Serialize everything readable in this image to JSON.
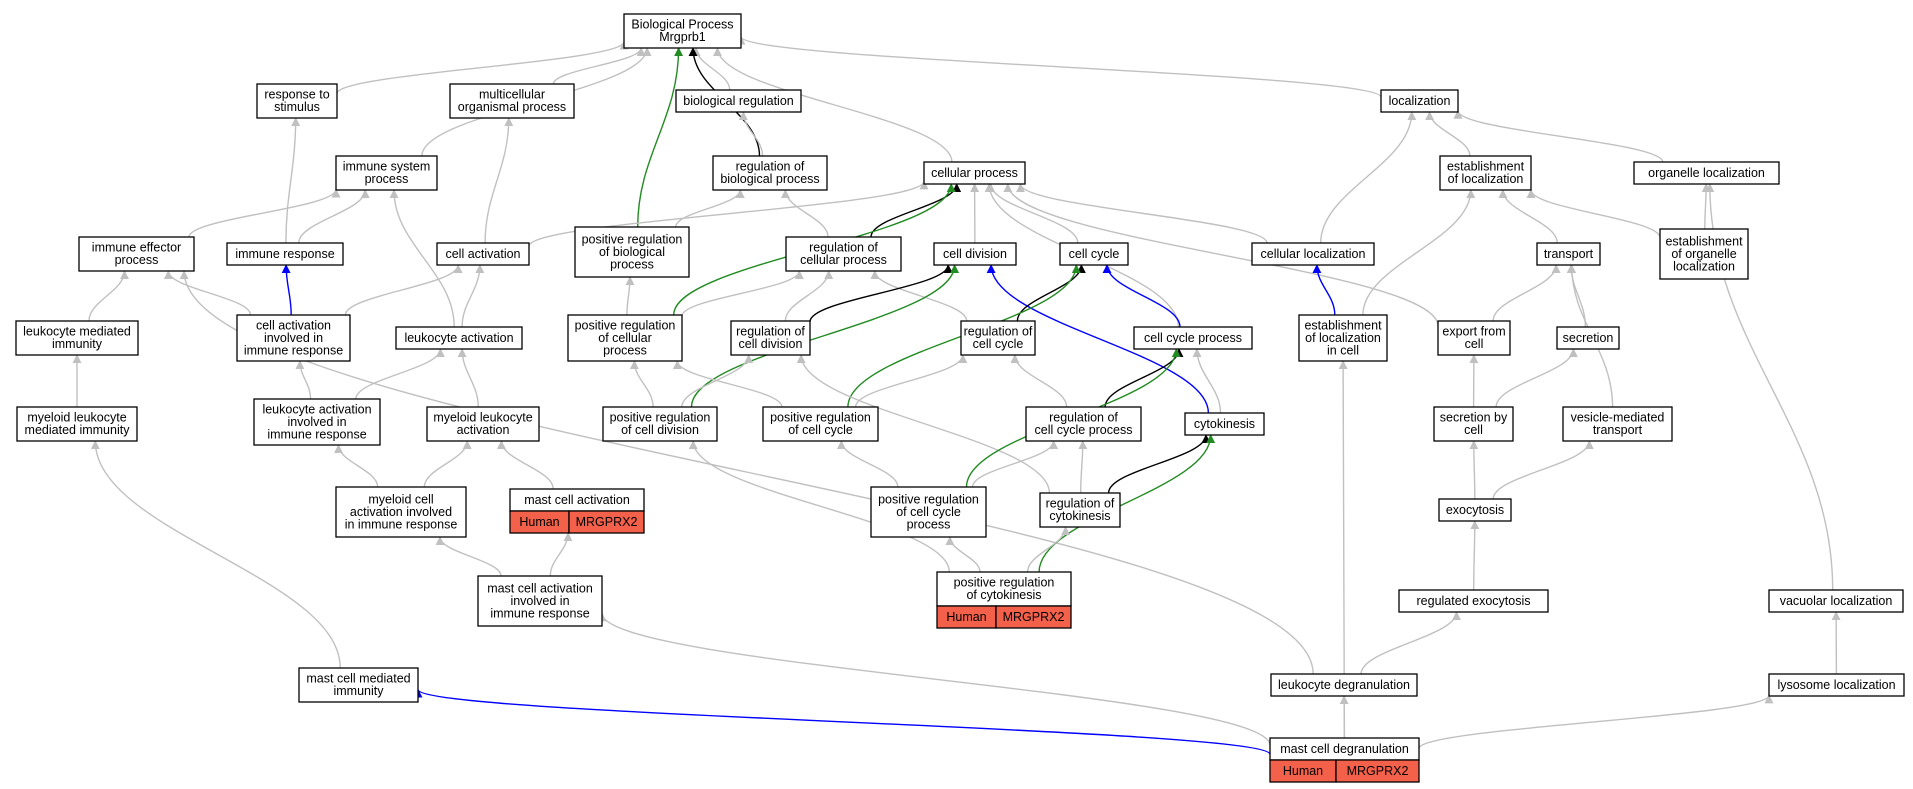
{
  "colors": {
    "gray": "#c0c0c0",
    "black": "#000000",
    "green": "#228b22",
    "blue": "#0000ff",
    "highlight": "#f4614b"
  },
  "nodes": [
    {
      "id": "bp",
      "lines": [
        "Biological Process",
        "Mrgprb1"
      ]
    },
    {
      "id": "resp_stim",
      "lines": [
        "response to",
        "stimulus"
      ]
    },
    {
      "id": "multicell",
      "lines": [
        "multicellular",
        "organismal process"
      ]
    },
    {
      "id": "bioreg",
      "lines": [
        "biological regulation"
      ]
    },
    {
      "id": "localization",
      "lines": [
        "localization"
      ]
    },
    {
      "id": "immsys",
      "lines": [
        "immune system",
        "process"
      ]
    },
    {
      "id": "regbio",
      "lines": [
        "regulation of",
        "biological process"
      ]
    },
    {
      "id": "cellproc",
      "lines": [
        "cellular process"
      ]
    },
    {
      "id": "estloc",
      "lines": [
        "establishment",
        "of localization"
      ]
    },
    {
      "id": "orgloc",
      "lines": [
        "organelle localization"
      ]
    },
    {
      "id": "immeff",
      "lines": [
        "immune effector",
        "process"
      ]
    },
    {
      "id": "immresp",
      "lines": [
        "immune response"
      ]
    },
    {
      "id": "cellact",
      "lines": [
        "cell activation"
      ]
    },
    {
      "id": "posregbio",
      "lines": [
        "positive regulation",
        "of biological",
        "process"
      ]
    },
    {
      "id": "regcell",
      "lines": [
        "regulation of",
        "cellular process"
      ]
    },
    {
      "id": "celldiv",
      "lines": [
        "cell division"
      ]
    },
    {
      "id": "cellcycle",
      "lines": [
        "cell cycle"
      ]
    },
    {
      "id": "cellloc",
      "lines": [
        "cellular localization"
      ]
    },
    {
      "id": "transport",
      "lines": [
        "transport"
      ]
    },
    {
      "id": "estorg",
      "lines": [
        "establishment",
        "of organelle",
        "localization"
      ]
    },
    {
      "id": "leukimm",
      "lines": [
        "leukocyte mediated",
        "immunity"
      ]
    },
    {
      "id": "cellactimm",
      "lines": [
        "cell activation",
        "involved in",
        "immune response"
      ]
    },
    {
      "id": "leukact",
      "lines": [
        "leukocyte activation"
      ]
    },
    {
      "id": "posregcellular",
      "lines": [
        "positive regulation",
        "of cellular",
        "process"
      ]
    },
    {
      "id": "regcelldiv",
      "lines": [
        "regulation of",
        "cell division"
      ]
    },
    {
      "id": "regcc",
      "lines": [
        "regulation of",
        "cell cycle"
      ]
    },
    {
      "id": "ccproc",
      "lines": [
        "cell cycle process"
      ]
    },
    {
      "id": "estlocincell",
      "lines": [
        "establishment",
        "of localization",
        "in cell"
      ]
    },
    {
      "id": "export",
      "lines": [
        "export from",
        "cell"
      ]
    },
    {
      "id": "secretion",
      "lines": [
        "secretion"
      ]
    },
    {
      "id": "myelimm",
      "lines": [
        "myeloid leukocyte",
        "mediated immunity"
      ]
    },
    {
      "id": "leukactimm",
      "lines": [
        "leukocyte activation",
        "involved in",
        "immune response"
      ]
    },
    {
      "id": "myelact",
      "lines": [
        "myeloid leukocyte",
        "activation"
      ]
    },
    {
      "id": "posregcelldiv",
      "lines": [
        "positive regulation",
        "of cell division"
      ]
    },
    {
      "id": "posregcc",
      "lines": [
        "positive regulation",
        "of cell cycle"
      ]
    },
    {
      "id": "regccproc",
      "lines": [
        "regulation of",
        "cell cycle process"
      ]
    },
    {
      "id": "cytokinesis",
      "lines": [
        "cytokinesis"
      ]
    },
    {
      "id": "secbycell",
      "lines": [
        "secretion by",
        "cell"
      ]
    },
    {
      "id": "vesmed",
      "lines": [
        "vesicle-mediated",
        "transport"
      ]
    },
    {
      "id": "myelcellact",
      "lines": [
        "myeloid cell",
        "activation involved",
        "in immune response"
      ]
    },
    {
      "id": "mastact",
      "lines": [
        "mast cell activation"
      ],
      "annotation": [
        "Human",
        "MRGPRX2"
      ]
    },
    {
      "id": "posregccproc",
      "lines": [
        "positive regulation",
        "of cell cycle",
        "process"
      ]
    },
    {
      "id": "regcyto",
      "lines": [
        "regulation of",
        "cytokinesis"
      ]
    },
    {
      "id": "exocytosis",
      "lines": [
        "exocytosis"
      ]
    },
    {
      "id": "mastactimm",
      "lines": [
        "mast cell activation",
        "involved in",
        "immune response"
      ]
    },
    {
      "id": "posregcyto",
      "lines": [
        "positive regulation",
        "of cytokinesis"
      ],
      "annotation": [
        "Human",
        "MRGPRX2"
      ]
    },
    {
      "id": "regexo",
      "lines": [
        "regulated exocytosis"
      ]
    },
    {
      "id": "vacloc",
      "lines": [
        "vacuolar localization"
      ]
    },
    {
      "id": "mastimm",
      "lines": [
        "mast cell mediated",
        "immunity"
      ]
    },
    {
      "id": "leukdegr",
      "lines": [
        "leukocyte degranulation"
      ]
    },
    {
      "id": "lysoloc",
      "lines": [
        "lysosome localization"
      ]
    },
    {
      "id": "mastdegr",
      "lines": [
        "mast cell degranulation"
      ],
      "annotation": [
        "Human",
        "MRGPRX2"
      ]
    }
  ],
  "edges": [
    {
      "from": "resp_stim",
      "to": "bp",
      "color": "gray"
    },
    {
      "from": "multicell",
      "to": "bp",
      "color": "gray"
    },
    {
      "from": "bioreg",
      "to": "bp",
      "color": "gray"
    },
    {
      "from": "localization",
      "to": "bp",
      "color": "gray"
    },
    {
      "from": "immsys",
      "to": "bp",
      "color": "gray"
    },
    {
      "from": "cellproc",
      "to": "bp",
      "color": "gray"
    },
    {
      "from": "regbio",
      "to": "bp",
      "color": "black"
    },
    {
      "from": "posregbio",
      "to": "bp",
      "color": "green"
    },
    {
      "from": "regbio",
      "to": "bioreg",
      "color": "gray"
    },
    {
      "from": "estloc",
      "to": "localization",
      "color": "gray"
    },
    {
      "from": "orgloc",
      "to": "localization",
      "color": "gray"
    },
    {
      "from": "cellloc",
      "to": "localization",
      "color": "gray"
    },
    {
      "from": "immeff",
      "to": "immsys",
      "color": "gray"
    },
    {
      "from": "immresp",
      "to": "immsys",
      "color": "gray"
    },
    {
      "from": "leukact",
      "to": "immsys",
      "color": "gray"
    },
    {
      "from": "immresp",
      "to": "resp_stim",
      "color": "gray"
    },
    {
      "from": "cellact",
      "to": "multicell",
      "color": "gray"
    },
    {
      "from": "posregbio",
      "to": "regbio",
      "color": "gray"
    },
    {
      "from": "regcell",
      "to": "regbio",
      "color": "gray"
    },
    {
      "from": "celldiv",
      "to": "cellproc",
      "color": "gray"
    },
    {
      "from": "cellcycle",
      "to": "cellproc",
      "color": "gray"
    },
    {
      "from": "ccproc",
      "to": "cellproc",
      "color": "gray"
    },
    {
      "from": "cellloc",
      "to": "cellproc",
      "color": "gray"
    },
    {
      "from": "cellact",
      "to": "cellproc",
      "color": "gray"
    },
    {
      "from": "export",
      "to": "cellproc",
      "color": "gray"
    },
    {
      "from": "regcell",
      "to": "cellproc",
      "color": "black"
    },
    {
      "from": "posregcellular",
      "to": "cellproc",
      "color": "green"
    },
    {
      "from": "transport",
      "to": "estloc",
      "color": "gray"
    },
    {
      "from": "estlocincell",
      "to": "estloc",
      "color": "gray"
    },
    {
      "from": "estorg",
      "to": "orgloc",
      "color": "gray"
    },
    {
      "from": "vacloc",
      "to": "orgloc",
      "color": "gray"
    },
    {
      "from": "estorg",
      "to": "estloc",
      "color": "gray"
    },
    {
      "from": "leukimm",
      "to": "immeff",
      "color": "gray"
    },
    {
      "from": "cellactimm",
      "to": "immeff",
      "color": "gray"
    },
    {
      "from": "leukdegr",
      "to": "immeff",
      "color": "gray"
    },
    {
      "from": "cellactimm",
      "to": "immresp",
      "color": "blue"
    },
    {
      "from": "cellactimm",
      "to": "cellact",
      "color": "gray"
    },
    {
      "from": "leukact",
      "to": "cellact",
      "color": "gray"
    },
    {
      "from": "posregcellular",
      "to": "posregbio",
      "color": "gray"
    },
    {
      "from": "posregcellular",
      "to": "regcell",
      "color": "gray"
    },
    {
      "from": "regcelldiv",
      "to": "regcell",
      "color": "gray"
    },
    {
      "from": "regcc",
      "to": "regcell",
      "color": "gray"
    },
    {
      "from": "regcelldiv",
      "to": "celldiv",
      "color": "black"
    },
    {
      "from": "posregcelldiv",
      "to": "celldiv",
      "color": "green"
    },
    {
      "from": "cytokinesis",
      "to": "celldiv",
      "color": "blue"
    },
    {
      "from": "regcc",
      "to": "cellcycle",
      "color": "black"
    },
    {
      "from": "posregcc",
      "to": "cellcycle",
      "color": "green"
    },
    {
      "from": "ccproc",
      "to": "cellcycle",
      "color": "blue"
    },
    {
      "from": "estlocincell",
      "to": "cellloc",
      "color": "blue"
    },
    {
      "from": "export",
      "to": "transport",
      "color": "gray"
    },
    {
      "from": "secretion",
      "to": "transport",
      "color": "gray"
    },
    {
      "from": "vesmed",
      "to": "transport",
      "color": "gray"
    },
    {
      "from": "myelimm",
      "to": "leukimm",
      "color": "gray"
    },
    {
      "from": "leukactimm",
      "to": "cellactimm",
      "color": "gray"
    },
    {
      "from": "leukactimm",
      "to": "leukact",
      "color": "gray"
    },
    {
      "from": "myelact",
      "to": "leukact",
      "color": "gray"
    },
    {
      "from": "posregcelldiv",
      "to": "posregcellular",
      "color": "gray"
    },
    {
      "from": "posregcelldiv",
      "to": "regcelldiv",
      "color": "gray"
    },
    {
      "from": "regcyto",
      "to": "regcelldiv",
      "color": "gray"
    },
    {
      "from": "posregcc",
      "to": "posregcellular",
      "color": "gray"
    },
    {
      "from": "posregcc",
      "to": "regcc",
      "color": "gray"
    },
    {
      "from": "regccproc",
      "to": "regcc",
      "color": "gray"
    },
    {
      "from": "regccproc",
      "to": "ccproc",
      "color": "black"
    },
    {
      "from": "posregccproc",
      "to": "ccproc",
      "color": "green"
    },
    {
      "from": "cytokinesis",
      "to": "ccproc",
      "color": "gray"
    },
    {
      "from": "mastdegr",
      "to": "estlocincell",
      "color": "gray"
    },
    {
      "from": "secbycell",
      "to": "export",
      "color": "gray"
    },
    {
      "from": "secbycell",
      "to": "secretion",
      "color": "gray"
    },
    {
      "from": "myelcellact",
      "to": "leukactimm",
      "color": "gray"
    },
    {
      "from": "myelcellact",
      "to": "myelact",
      "color": "gray"
    },
    {
      "from": "mastact",
      "to": "myelact",
      "color": "gray"
    },
    {
      "from": "mastimm",
      "to": "myelimm",
      "color": "gray"
    },
    {
      "from": "posregccproc",
      "to": "regccproc",
      "color": "gray"
    },
    {
      "from": "posregccproc",
      "to": "posregcc",
      "color": "gray"
    },
    {
      "from": "regcyto",
      "to": "regccproc",
      "color": "gray"
    },
    {
      "from": "regcyto",
      "to": "cytokinesis",
      "color": "black"
    },
    {
      "from": "posregcyto",
      "to": "cytokinesis",
      "color": "green"
    },
    {
      "from": "posregcyto",
      "to": "posregcelldiv",
      "color": "gray"
    },
    {
      "from": "posregcyto",
      "to": "posregccproc",
      "color": "gray"
    },
    {
      "from": "posregcyto",
      "to": "regcyto",
      "color": "gray"
    },
    {
      "from": "exocytosis",
      "to": "secbycell",
      "color": "gray"
    },
    {
      "from": "exocytosis",
      "to": "vesmed",
      "color": "gray"
    },
    {
      "from": "mastactimm",
      "to": "myelcellact",
      "color": "gray"
    },
    {
      "from": "mastactimm",
      "to": "mastact",
      "color": "gray"
    },
    {
      "from": "regexo",
      "to": "exocytosis",
      "color": "gray"
    },
    {
      "from": "leukdegr",
      "to": "regexo",
      "color": "gray"
    },
    {
      "from": "lysoloc",
      "to": "vacloc",
      "color": "gray"
    },
    {
      "from": "mastdegr",
      "to": "leukdegr",
      "color": "gray"
    },
    {
      "from": "mastdegr",
      "to": "mastactimm",
      "color": "gray"
    },
    {
      "from": "mastdegr",
      "to": "lysoloc",
      "color": "gray"
    },
    {
      "from": "mastdegr",
      "to": "mastimm",
      "color": "blue"
    }
  ]
}
